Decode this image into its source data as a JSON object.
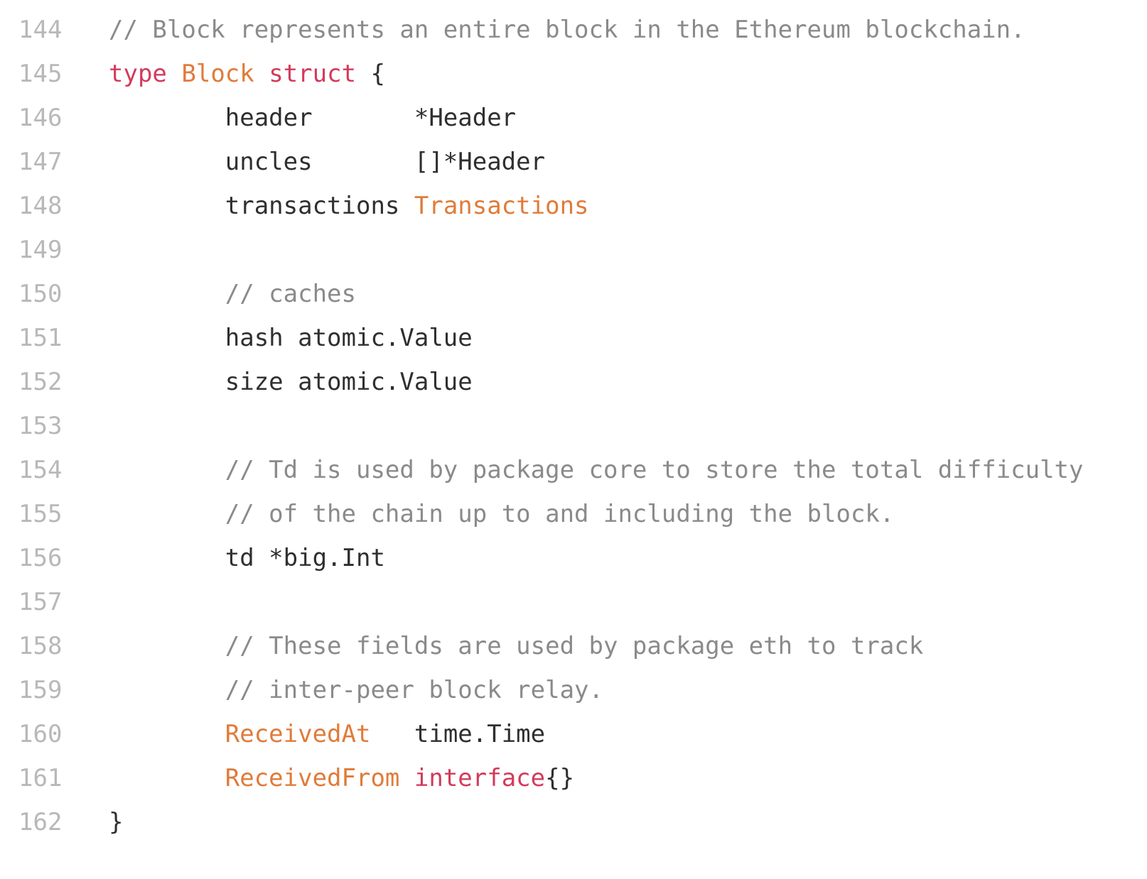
{
  "editor": {
    "colors": {
      "background": "#ffffff",
      "line_number": "#b8b8b8",
      "plain": "#2f2f2f",
      "comment": "#8a8a8a",
      "keyword": "#d33a5b",
      "type": "#e07b39"
    },
    "lines": [
      {
        "number": "144",
        "tokens": [
          {
            "t": "// Block represents an entire block in the Ethereum blockchain.",
            "c": "comment"
          }
        ]
      },
      {
        "number": "145",
        "tokens": [
          {
            "t": "type",
            "c": "keyword"
          },
          {
            "t": " ",
            "c": "plain"
          },
          {
            "t": "Block",
            "c": "type"
          },
          {
            "t": " ",
            "c": "plain"
          },
          {
            "t": "struct",
            "c": "keyword"
          },
          {
            "t": " {",
            "c": "plain"
          }
        ]
      },
      {
        "number": "146",
        "tokens": [
          {
            "t": "        header       *Header",
            "c": "plain"
          }
        ]
      },
      {
        "number": "147",
        "tokens": [
          {
            "t": "        uncles       []*Header",
            "c": "plain"
          }
        ]
      },
      {
        "number": "148",
        "tokens": [
          {
            "t": "        transactions ",
            "c": "plain"
          },
          {
            "t": "Transactions",
            "c": "type"
          }
        ]
      },
      {
        "number": "149",
        "tokens": []
      },
      {
        "number": "150",
        "tokens": [
          {
            "t": "        ",
            "c": "plain"
          },
          {
            "t": "// caches",
            "c": "comment"
          }
        ]
      },
      {
        "number": "151",
        "tokens": [
          {
            "t": "        hash atomic.Value",
            "c": "plain"
          }
        ]
      },
      {
        "number": "152",
        "tokens": [
          {
            "t": "        size atomic.Value",
            "c": "plain"
          }
        ]
      },
      {
        "number": "153",
        "tokens": []
      },
      {
        "number": "154",
        "tokens": [
          {
            "t": "        ",
            "c": "plain"
          },
          {
            "t": "// Td is used by package core to store the total difficulty",
            "c": "comment"
          }
        ]
      },
      {
        "number": "155",
        "tokens": [
          {
            "t": "        ",
            "c": "plain"
          },
          {
            "t": "// of the chain up to and including the block.",
            "c": "comment"
          }
        ]
      },
      {
        "number": "156",
        "tokens": [
          {
            "t": "        td *big.Int",
            "c": "plain"
          }
        ]
      },
      {
        "number": "157",
        "tokens": []
      },
      {
        "number": "158",
        "tokens": [
          {
            "t": "        ",
            "c": "plain"
          },
          {
            "t": "// These fields are used by package eth to track",
            "c": "comment"
          }
        ]
      },
      {
        "number": "159",
        "tokens": [
          {
            "t": "        ",
            "c": "plain"
          },
          {
            "t": "// inter-peer block relay.",
            "c": "comment"
          }
        ]
      },
      {
        "number": "160",
        "tokens": [
          {
            "t": "        ",
            "c": "plain"
          },
          {
            "t": "ReceivedAt",
            "c": "type"
          },
          {
            "t": "   time.Time",
            "c": "plain"
          }
        ]
      },
      {
        "number": "161",
        "tokens": [
          {
            "t": "        ",
            "c": "plain"
          },
          {
            "t": "ReceivedFrom",
            "c": "type"
          },
          {
            "t": " ",
            "c": "plain"
          },
          {
            "t": "interface",
            "c": "keyword"
          },
          {
            "t": "{}",
            "c": "plain"
          }
        ]
      },
      {
        "number": "162",
        "tokens": [
          {
            "t": "}",
            "c": "plain"
          }
        ]
      }
    ]
  }
}
